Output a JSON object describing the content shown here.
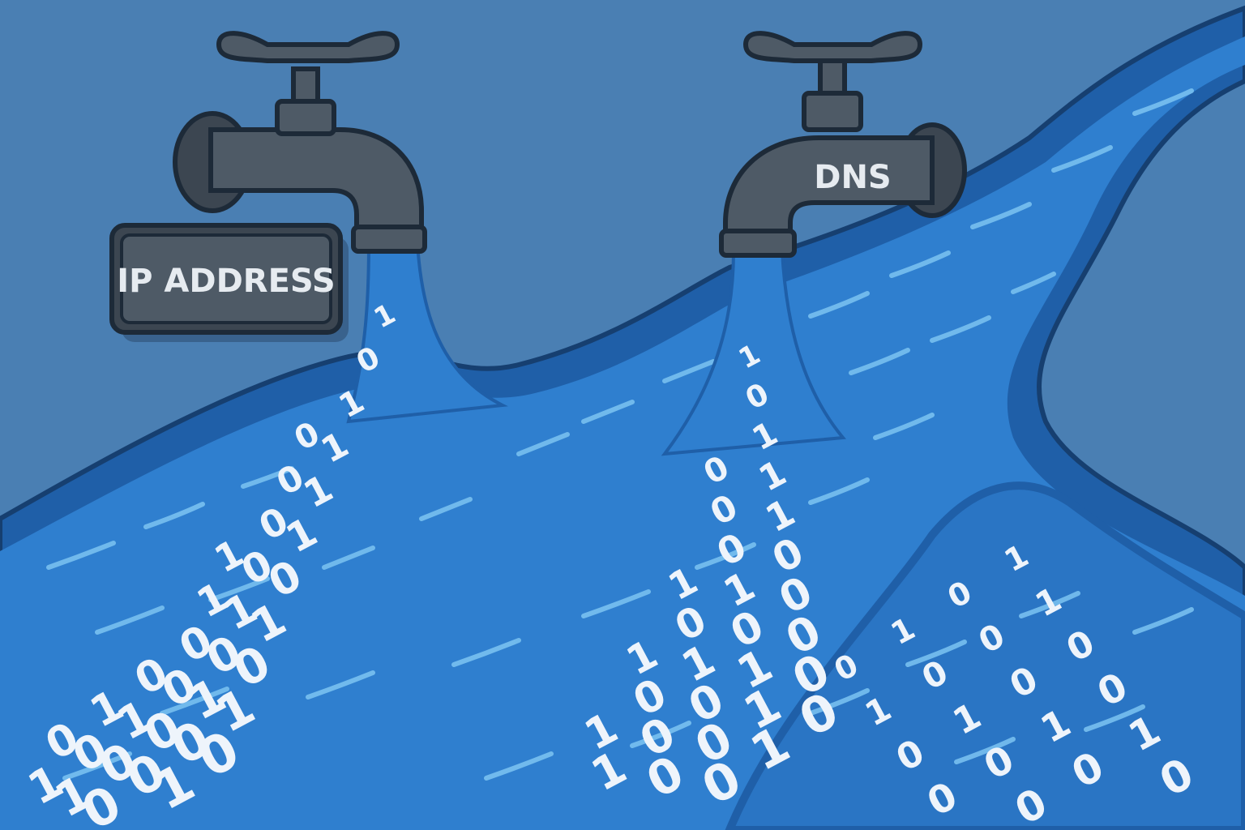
{
  "labels": {
    "ip_tag": "IP ADDRESS",
    "dns_tap": "DNS"
  },
  "binary_stream": {
    "ip": [
      "1",
      "0",
      "1",
      "0",
      "1",
      "0",
      "1",
      "0",
      "1",
      "1",
      "0",
      "1",
      "0",
      "1",
      "0",
      "0",
      "1",
      "0",
      "1",
      "0",
      "0",
      "1",
      "0",
      "1",
      "0",
      "1",
      "0",
      "0",
      "1",
      "0",
      "0",
      "1",
      "0",
      "0",
      "0",
      "1",
      "0",
      "0",
      "0",
      "1"
    ],
    "dns": [
      "1",
      "0",
      "1",
      "0",
      "1",
      "0",
      "1",
      "0",
      "1",
      "0",
      "1",
      "0",
      "1",
      "0",
      "0",
      "1",
      "0",
      "1",
      "0",
      "1",
      "0",
      "0",
      "1",
      "0",
      "1",
      "0",
      "0",
      "1",
      "0",
      "0",
      "1",
      "0",
      "0",
      "0"
    ],
    "river": [
      "1",
      "0",
      "1",
      "0",
      "1",
      "0",
      "0",
      "1",
      "0",
      "0",
      "1",
      "0",
      "0",
      "1",
      "0",
      "0",
      "1",
      "0",
      "0",
      "1",
      "0",
      "1",
      "0",
      "0"
    ]
  },
  "colors": {
    "background": "#4a7fb3",
    "water_dark": "#1f5fa8",
    "water_mid": "#2f7fcf",
    "water_light": "#7cc4f2",
    "faucet": "#4e5a66",
    "faucet_shadow": "#353e48",
    "outline": "#1d2a38",
    "digit": "#eef4fb"
  },
  "icons": [
    "faucet-icon",
    "faucet-icon"
  ]
}
